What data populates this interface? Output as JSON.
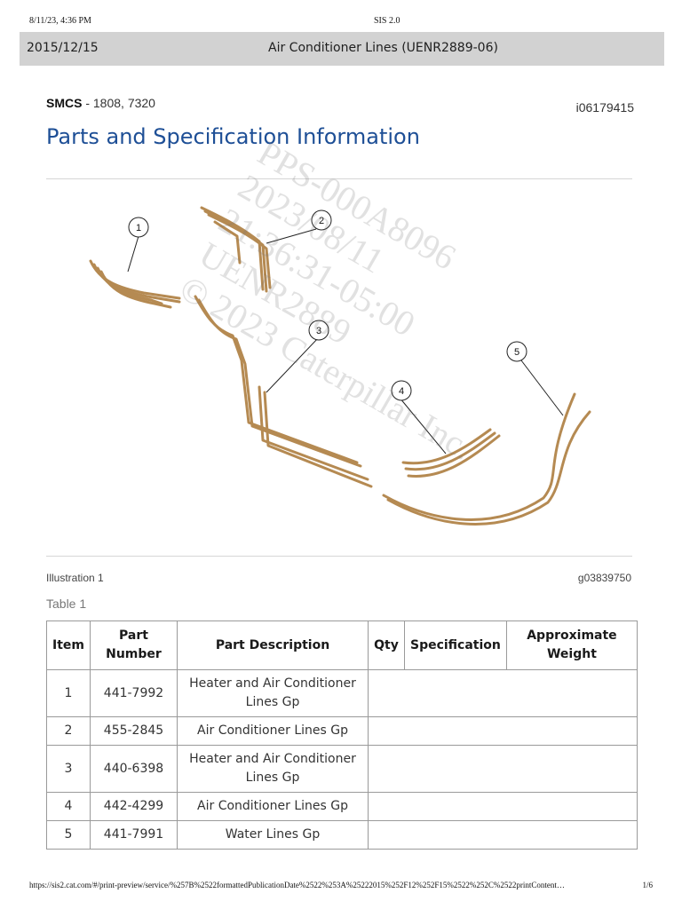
{
  "print_header": {
    "datetime": "8/11/23, 4:36 PM",
    "app": "SIS 2.0"
  },
  "doc_bar": {
    "date": "2015/12/15",
    "title": "Air Conditioner Lines (UENR2889-06)"
  },
  "smcs": {
    "label": "SMCS",
    "codes": "- 1808, 7320"
  },
  "doc_id": "i06179415",
  "section_title": "Parts and Specification Information",
  "watermark": [
    "PPS-000A8096",
    "2023/08/11",
    "21:36:31-05:00",
    "UENR2889",
    "© 2023 Caterpillar Inc."
  ],
  "callouts": [
    "1",
    "2",
    "3",
    "4",
    "5"
  ],
  "line_color": "#b58a52",
  "illustration": {
    "caption": "Illustration 1",
    "id": "g03839750"
  },
  "table": {
    "label": "Table 1",
    "headers": [
      "Item",
      "Part Number",
      "Part Description",
      "Qty",
      "Specification",
      "Approximate Weight"
    ],
    "rows": [
      {
        "item": "1",
        "part_number": "441-7992",
        "description": "Heater and Air Conditioner Lines Gp"
      },
      {
        "item": "2",
        "part_number": "455-2845",
        "description": "Air Conditioner Lines Gp"
      },
      {
        "item": "3",
        "part_number": "440-6398",
        "description": "Heater and Air Conditioner Lines Gp"
      },
      {
        "item": "4",
        "part_number": "442-4299",
        "description": "Air Conditioner Lines Gp"
      },
      {
        "item": "5",
        "part_number": "441-7991",
        "description": "Water Lines Gp"
      }
    ]
  },
  "print_footer": {
    "url": "https://sis2.cat.com/#/print-preview/service/%257B%2522formattedPublicationDate%2522%253A%25222015%252F12%252F15%2522%252C%2522printContent…",
    "page": "1/6"
  }
}
